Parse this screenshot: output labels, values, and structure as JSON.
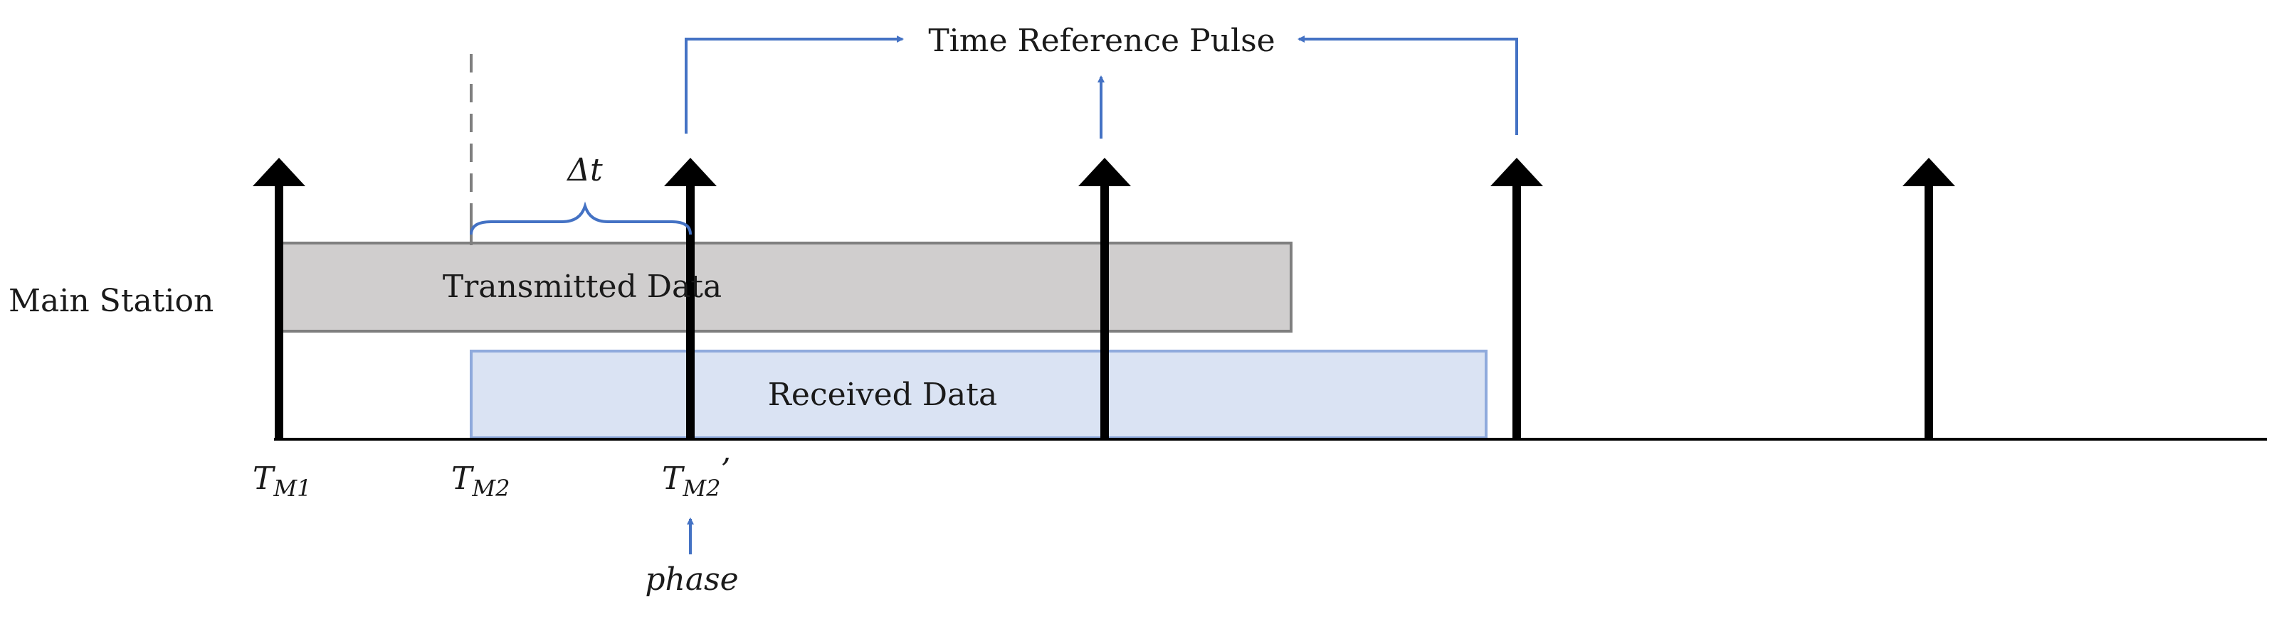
{
  "station_label": "Main Station",
  "bars": {
    "transmitted": "Transmitted Data",
    "received": "Received Data"
  },
  "reference_label": "Time Reference Pulse",
  "delta_label": "Δt",
  "phase_label": "phase",
  "time_labels": {
    "tm1": {
      "base": "T",
      "sub": "M1",
      "suffix": ""
    },
    "tm2": {
      "base": "T",
      "sub": "M2",
      "suffix": ""
    },
    "tm2p": {
      "base": "T",
      "sub": "M2",
      "suffix": "’"
    }
  },
  "colors": {
    "pulse": "#000000",
    "accent": "#4472c4",
    "transmitted_fill": "#d0cece",
    "transmitted_stroke": "#7f7f7f",
    "received_fill": "#dae3f3",
    "received_stroke": "#8faadc",
    "guide": "#7f7f7f"
  }
}
